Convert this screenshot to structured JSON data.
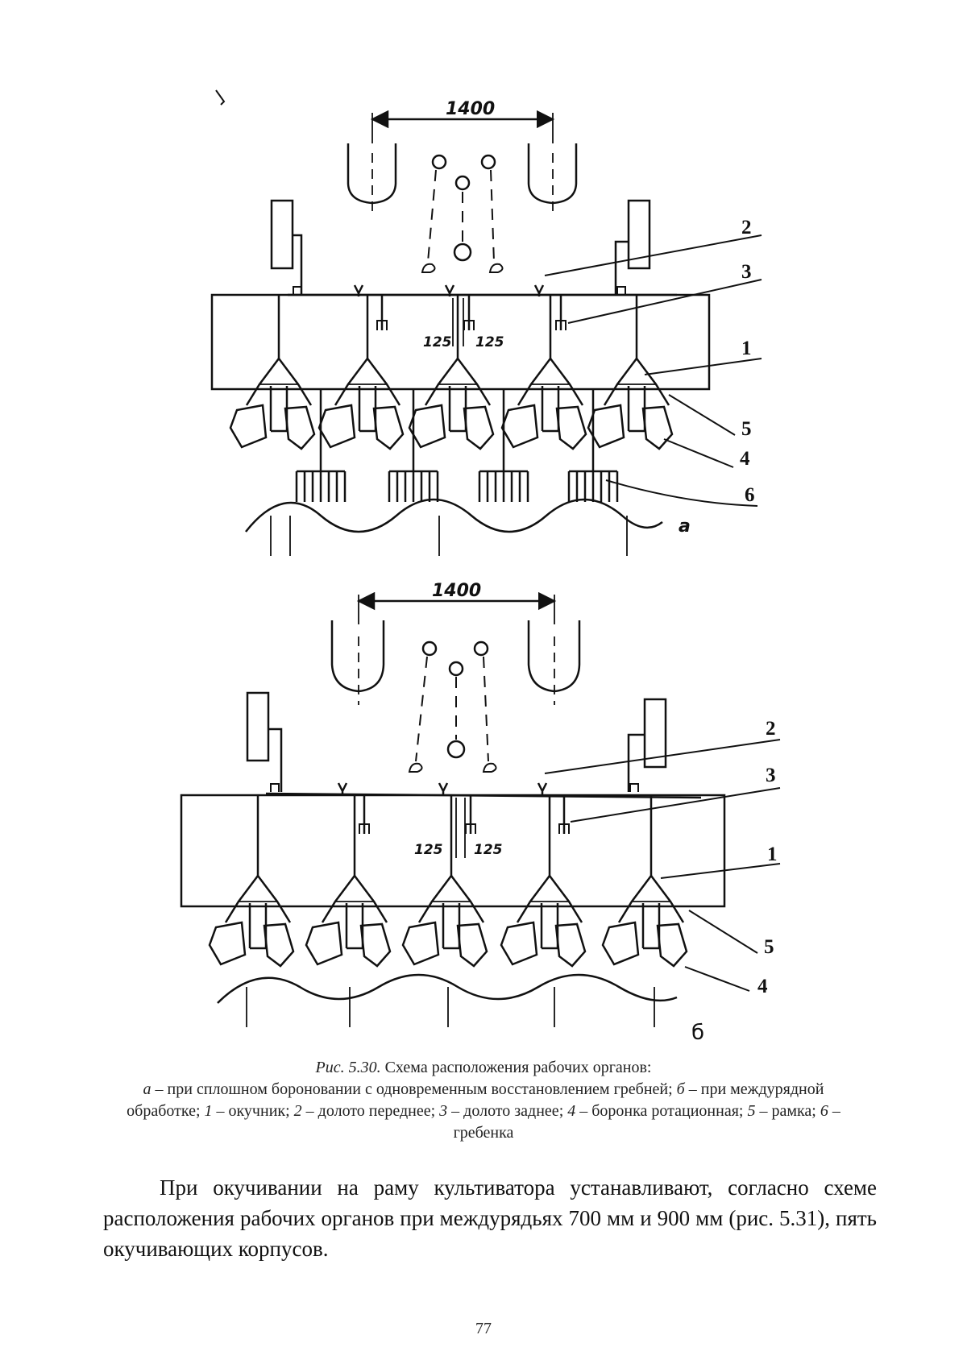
{
  "figure": {
    "panel_a": {
      "dimension": "1400",
      "spacing_left": "125",
      "spacing_right": "125",
      "callouts": [
        "2",
        "3",
        "1",
        "5",
        "4",
        "6"
      ],
      "panel_label": "а"
    },
    "panel_b": {
      "dimension": "1400",
      "spacing_left": "125",
      "spacing_right": "125",
      "callouts": [
        "2",
        "3",
        "1",
        "5",
        "4"
      ],
      "panel_label": "б"
    }
  },
  "caption": {
    "fig_label": "Рис. 5.30.",
    "fig_title": "Схема расположения рабочих органов:",
    "a_label": "а",
    "a_text": "при сплошном бороновании с одновременным восстановлением гребней;",
    "b_label": "б",
    "b_text": "при междурядной обработке;",
    "i1_label": "1",
    "i1_text": "окучник;",
    "i2_label": "2",
    "i2_text": "долото переднее;",
    "i3_label": "3",
    "i3_text": "долото заднее;",
    "i4_label": "4",
    "i4_text": "боронка ротационная;",
    "i5_label": "5",
    "i5_text": "рамка;",
    "i6_label": "6",
    "i6_text": "гребенка"
  },
  "body": {
    "paragraph": "При окучивании на раму культиватора устанавливают, согласно схеме расположения рабочих органов при междурядьях 700 мм и 900 мм (рис. 5.31), пять окучивающих корпусов."
  },
  "page_number": "77"
}
